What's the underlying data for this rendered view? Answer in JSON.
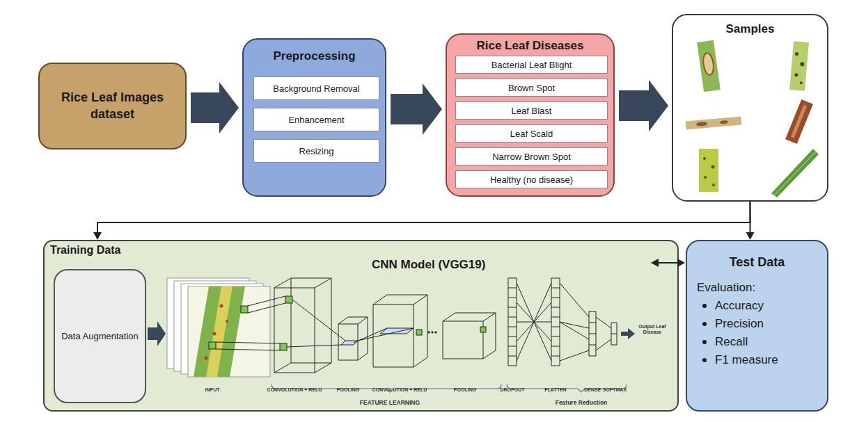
{
  "diagram": {
    "nodes": [
      {
        "text": [
          "Rice Leaf Images dataset"
        ]
      },
      {
        "text": [
          "Preprocessing"
        ]
      },
      {
        "text": [
          "Background Removal"
        ],
        "in": 1
      },
      {
        "text": [
          "Enhancement"
        ],
        "in": 1
      },
      {
        "text": [
          "Resizing"
        ],
        "in": 1
      },
      {
        "text": [
          "Rice Leaf Diseases"
        ]
      },
      {
        "text": [
          "Bacterial Leaf Blight"
        ],
        "in": 5
      },
      {
        "text": [
          "Brown Spot"
        ],
        "in": 5
      },
      {
        "text": [
          "Leaf Blast"
        ],
        "in": 5
      },
      {
        "text": [
          "Leaf Scald"
        ],
        "in": 5
      },
      {
        "text": [
          "Narrow Brown Spot"
        ],
        "in": 5
      },
      {
        "text": [
          "Healthy (no disease)"
        ],
        "in": 5
      },
      {
        "text": [
          "Samples"
        ]
      },
      {
        "text": [
          "Training Data",
          "CNN Model (VGG19)"
        ]
      },
      {
        "text": [
          "Data Augmentation"
        ],
        "in": 13
      },
      {
        "text": [
          "Test Data",
          "Evaluation:",
          "Accuracy",
          "Precision",
          "Recall",
          "F1 measure"
        ]
      }
    ],
    "edges": [
      {
        "from": 0,
        "to": 1,
        "arrow": "to"
      },
      {
        "from": 1,
        "to": 5,
        "arrow": "to"
      },
      {
        "from": 5,
        "to": 12,
        "arrow": "to"
      },
      {
        "from": 12,
        "to": 13,
        "arrow": "to"
      },
      {
        "from": 12,
        "to": 15,
        "arrow": "to"
      },
      {
        "from": 13,
        "to": 15,
        "arrow": "both"
      }
    ],
    "labels": [
      "INPUT",
      "CONVOLUTION + RELU",
      "POOLING",
      "CONVOLUTION + RELU",
      "POOLING",
      "DROPOUT",
      "FLATTEN",
      "DENSE",
      "SOFTMAX",
      "FEATURE LEARNING",
      "Feature Reduction",
      "Output Leaf Disease"
    ]
  }
}
